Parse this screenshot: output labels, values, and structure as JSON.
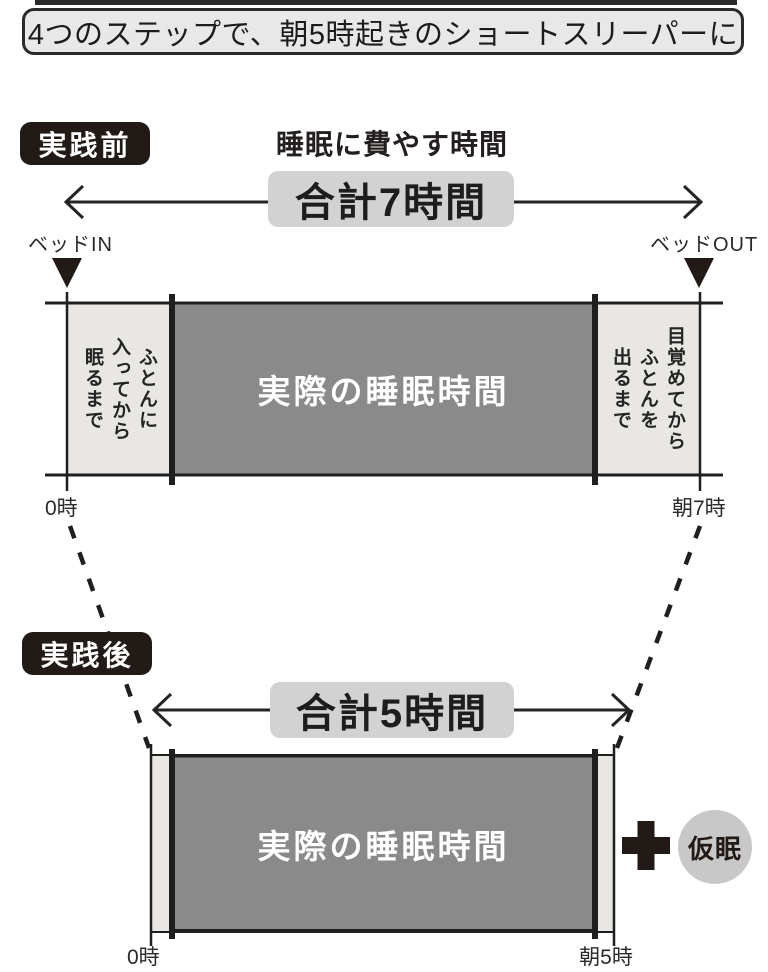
{
  "title": "4つのステップで、朝5時起きのショートスリーパーに",
  "before": {
    "badge": "実践前",
    "heading": "睡眠に費やす時間",
    "total": "合計7時間",
    "bed_in": "ベッドIN",
    "bed_out": "ベッドOUT",
    "fall_asleep_lines": [
      "ふとんに",
      "入ってから",
      "眠るまで"
    ],
    "actual_sleep": "実際の睡眠時間",
    "wake_up_lines": [
      "目覚めてから",
      "ふとんを",
      "出るまで"
    ],
    "time_start": "0時",
    "time_end": "朝7時"
  },
  "after": {
    "badge": "実践後",
    "total": "合計5時間",
    "actual_sleep": "実際の睡眠時間",
    "time_start": "0時",
    "time_end": "朝5時",
    "nap": "仮眠"
  },
  "colors": {
    "ink_dark": "#221a16",
    "line": "#242424",
    "bar_dark_gray": "#8a8a8a",
    "bar_light_gray": "#e8e7e4",
    "label_box_gray": "#d2d2d2",
    "title_box_bg": "#e9e8e8",
    "nap_circle_gray": "#c8c8c8"
  }
}
